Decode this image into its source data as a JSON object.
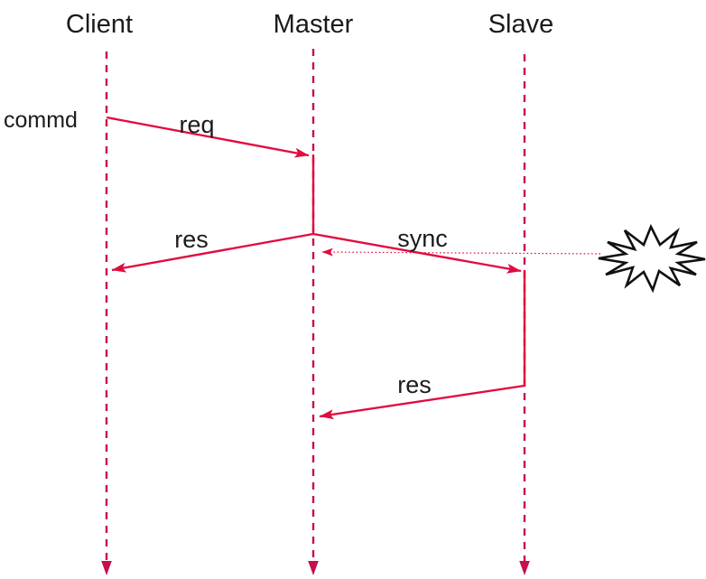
{
  "diagram": {
    "type": "sequence",
    "actors": [
      {
        "id": "client",
        "label": "Client"
      },
      {
        "id": "master",
        "label": "Master"
      },
      {
        "id": "slave",
        "label": "Slave"
      }
    ],
    "side_note": {
      "label": "commd"
    },
    "messages": [
      {
        "label": "req",
        "from": "Client",
        "to": "Master",
        "style": "solid"
      },
      {
        "label": "res",
        "from": "Master",
        "to": "Client",
        "style": "solid"
      },
      {
        "label": "sync",
        "from": "Master",
        "to": "Slave",
        "style": "solid"
      },
      {
        "label": "",
        "from": "explosion",
        "to": "Master",
        "style": "dotted"
      },
      {
        "label": "res",
        "from": "Slave",
        "to": "Master",
        "style": "solid"
      }
    ],
    "icons": [
      {
        "name": "explosion-burst-icon"
      }
    ],
    "colors": {
      "lifeline": "#c5104c",
      "message": "#e20b3e",
      "text": "#1b1b1b",
      "burst_stroke": "#101010",
      "burst_fill": "#ffffff",
      "background": "#ffffff"
    }
  }
}
